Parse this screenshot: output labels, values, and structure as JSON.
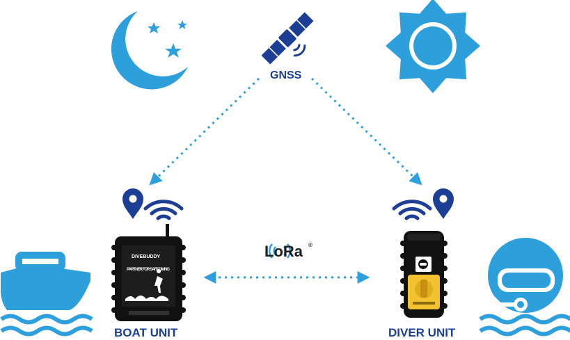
{
  "labels": {
    "gnss": "GNSS",
    "boat_unit": "BOAT UNIT",
    "diver_unit": "DIVER UNIT",
    "lora": "LoRa",
    "lora_reg": "®"
  },
  "device_text": {
    "brand": "DIVEBUDDY",
    "slogan": "PARTNER FOR SAFE DIVING"
  },
  "colors": {
    "accent": "#2da0dc",
    "navy": "#1c3f95",
    "dark": "#111111",
    "yellow": "#f2c230"
  },
  "icons": [
    "moon-stars-icon",
    "satellite-icon",
    "sun-icon",
    "location-pin-icon",
    "wifi-icon",
    "boat-icon",
    "diver-mask-icon",
    "lora-signal-icon"
  ]
}
